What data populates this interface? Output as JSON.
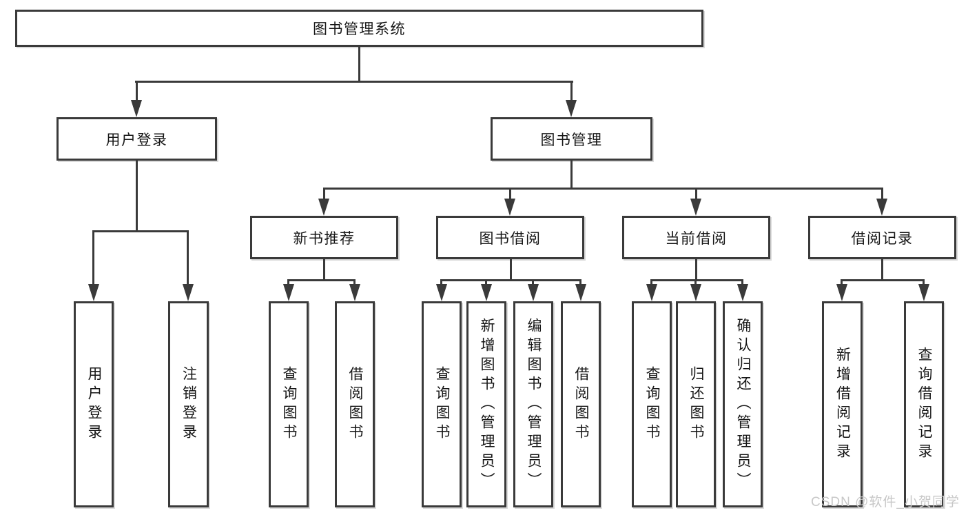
{
  "diagram": {
    "title": "图书管理系统",
    "tree": {
      "label": "图书管理系统",
      "children": [
        {
          "label": "用户登录",
          "children": [
            {
              "label": "用户登录"
            },
            {
              "label": "注销登录"
            }
          ]
        },
        {
          "label": "图书管理",
          "children": [
            {
              "label": "新书推荐",
              "children": [
                {
                  "label": "查询图书"
                },
                {
                  "label": "借阅图书"
                }
              ]
            },
            {
              "label": "图书借阅",
              "children": [
                {
                  "label": "查询图书"
                },
                {
                  "label": "新增图书（管理员）"
                },
                {
                  "label": "编辑图书（管理员）"
                },
                {
                  "label": "借阅图书"
                }
              ]
            },
            {
              "label": "当前借阅",
              "children": [
                {
                  "label": "查询图书"
                },
                {
                  "label": "归还图书"
                },
                {
                  "label": "确认归还（管理员）"
                }
              ]
            },
            {
              "label": "借阅记录",
              "children": [
                {
                  "label": "新增借阅记录"
                },
                {
                  "label": "查询借阅记录"
                }
              ]
            }
          ]
        }
      ]
    },
    "watermark": "CSDN @软件_小贺同学",
    "colors": {
      "line": "#3a3a3a",
      "text": "#161616",
      "node_background": "#ffffff",
      "page_background": "#ffffff",
      "watermark": "#c8c8c8"
    }
  }
}
